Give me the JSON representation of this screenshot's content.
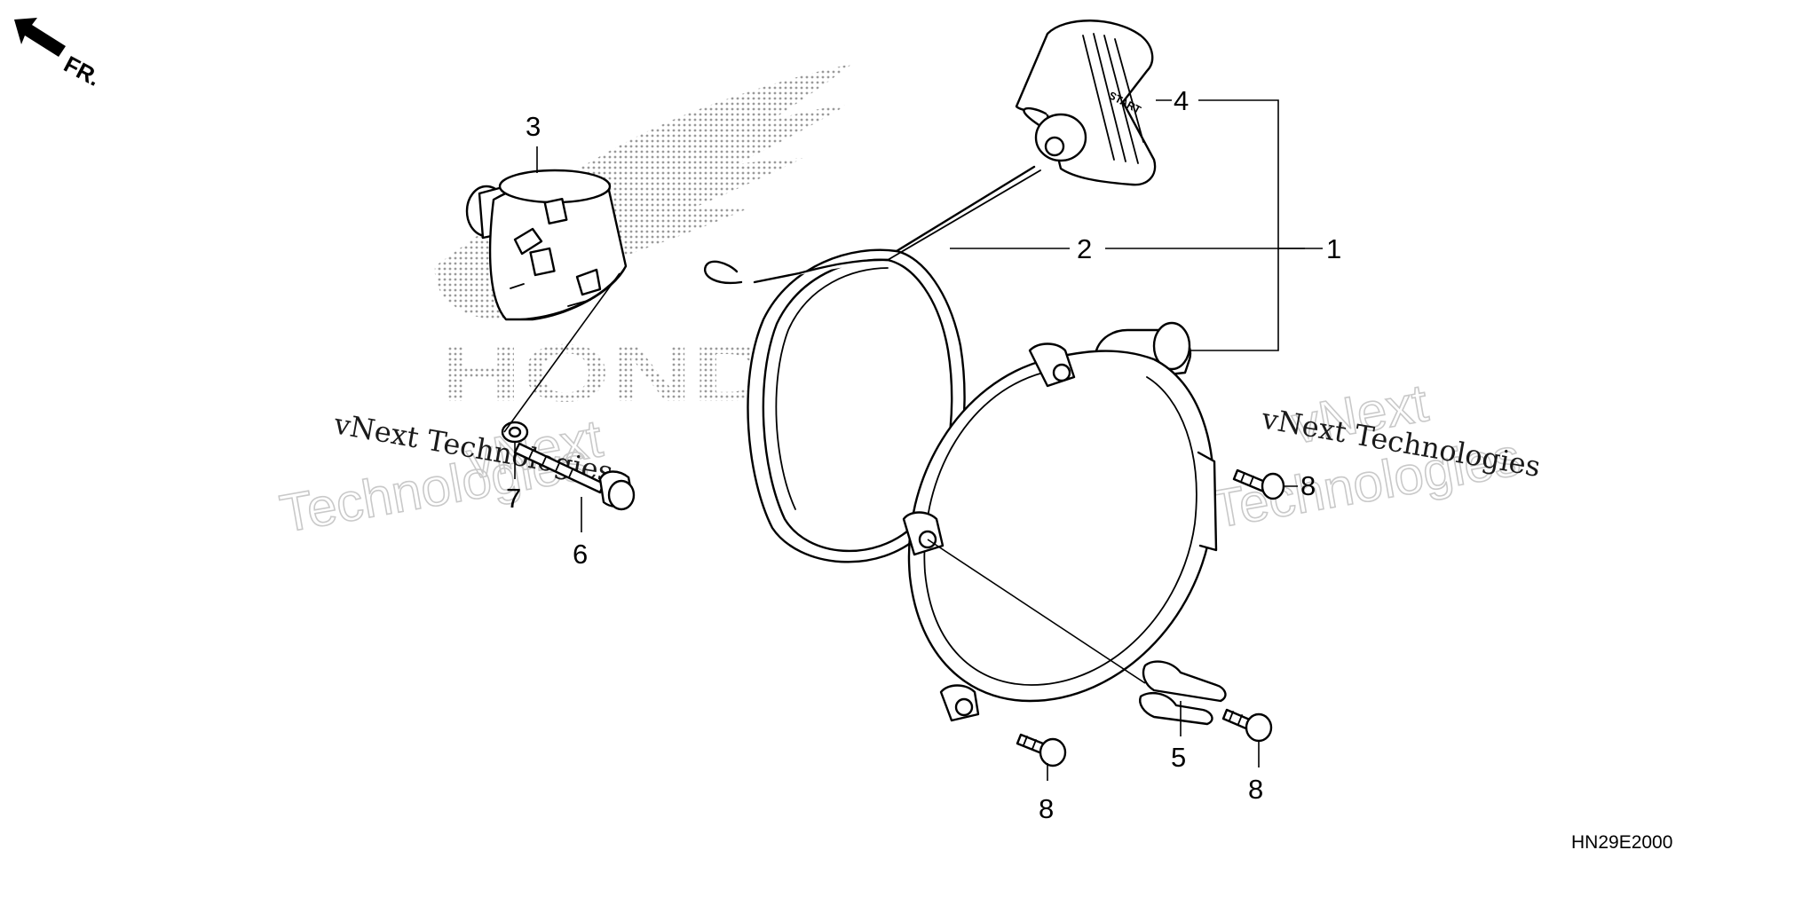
{
  "diagram": {
    "direction_marker": "FR.",
    "diagram_code": "HN29E2000",
    "watermark": {
      "brand_text": "vNext Technologies",
      "ghost_line1": "vNext",
      "ghost_line2": "Technologies"
    },
    "background_logo_text": "HONDA",
    "callouts": [
      {
        "id": "c1",
        "label": "1"
      },
      {
        "id": "c2",
        "label": "2"
      },
      {
        "id": "c3",
        "label": "3"
      },
      {
        "id": "c4",
        "label": "4"
      },
      {
        "id": "c5",
        "label": "5"
      },
      {
        "id": "c6",
        "label": "6"
      },
      {
        "id": "c7",
        "label": "7"
      },
      {
        "id": "c8a",
        "label": "8"
      },
      {
        "id": "c8b",
        "label": "8"
      },
      {
        "id": "c8c",
        "label": "8"
      }
    ],
    "handle_text": "START",
    "colors": {
      "ink": "#000000",
      "paper": "#ffffff",
      "halftone": "#9a9a9a",
      "watermark_ghost": "#c9c9c9"
    }
  }
}
